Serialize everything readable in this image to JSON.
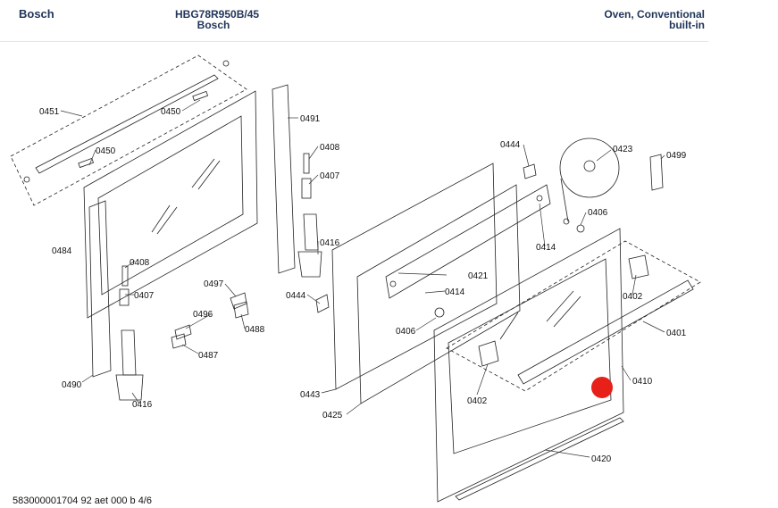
{
  "header": {
    "brand": "Bosch",
    "model_number": "HBG78R950B/45",
    "model_brand": "Bosch",
    "category_line1": "Oven, Conventional",
    "category_line2": "built-in"
  },
  "footer": {
    "document_code": "583000001704 92 aet 000 b 4/6"
  },
  "parts": {
    "p0451": "0451",
    "p0450a": "0450",
    "p0450b": "0450",
    "p0491": "0491",
    "p0408a": "0408",
    "p0407a": "0407",
    "p0416a": "0416",
    "p0484": "0484",
    "p0408b": "0408",
    "p0407b": "0407",
    "p0497": "0497",
    "p0496": "0496",
    "p0488": "0488",
    "p0487": "0487",
    "p0490": "0490",
    "p0416b": "0416",
    "p0444a": "0444",
    "p0444b": "0444",
    "p0423": "0423",
    "p0499": "0499",
    "p0406a": "0406",
    "p0414a": "0414",
    "p0421": "0421",
    "p0414b": "0414",
    "p0406b": "0406",
    "p0402a": "0402",
    "p0401": "0401",
    "p0410": "0410",
    "p0402b": "0402",
    "p0443": "0443",
    "p0425": "0425",
    "p0420": "0420"
  },
  "colors": {
    "header_text": "#22365a",
    "marker": "#e8201a",
    "line": "#222222"
  }
}
